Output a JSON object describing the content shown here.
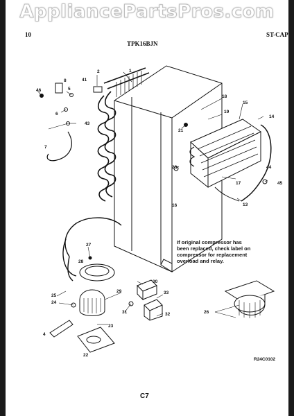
{
  "watermark": "AppliancePartsPros.com",
  "header": {
    "page_left": "10",
    "model": "TPK16BJN",
    "section": "ST-CAP"
  },
  "note": [
    "If original compressor has",
    "been replaced, check label on",
    "compressor for replacement",
    "overload and relay."
  ],
  "reference_code": "R24C0102",
  "page_number": "C7",
  "callouts": [
    "1",
    "2",
    "4",
    "5",
    "6",
    "7",
    "8",
    "13",
    "14",
    "15",
    "16",
    "17",
    "18",
    "19",
    "20",
    "21",
    "22",
    "23",
    "24",
    "25",
    "26",
    "27",
    "28",
    "29",
    "30",
    "31",
    "32",
    "33",
    "41",
    "43",
    "44",
    "45",
    "46"
  ]
}
